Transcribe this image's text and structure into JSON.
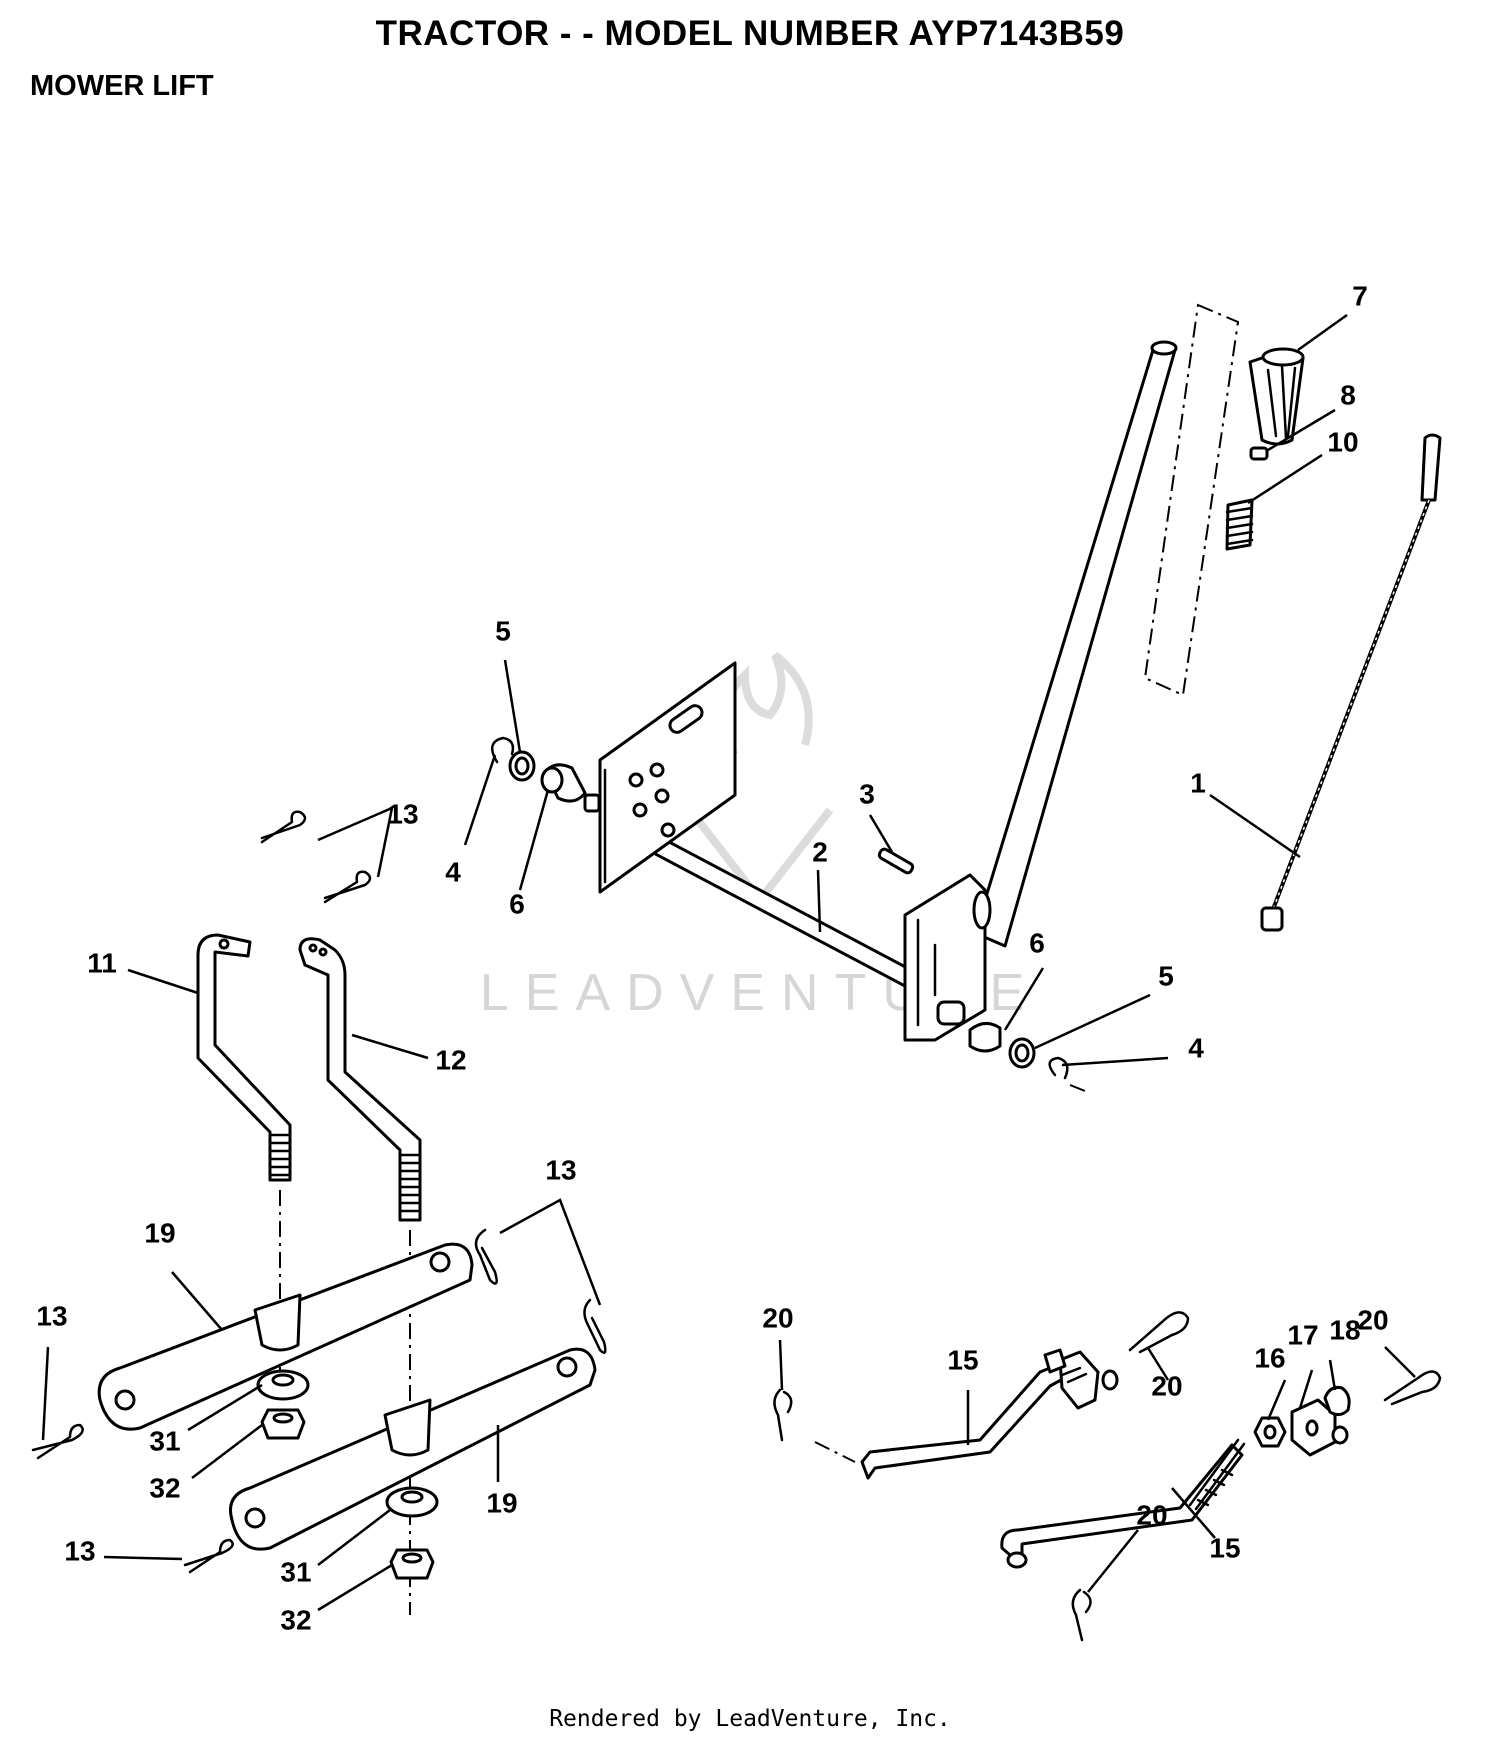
{
  "header": {
    "title": "TRACTOR - - MODEL NUMBER AYP7143B59",
    "subtitle": "MOWER LIFT"
  },
  "footer": {
    "text": "Rendered by LeadVenture, Inc."
  },
  "watermark": {
    "text": "LEADVENTURE"
  },
  "callouts": {
    "c7": "7",
    "c8": "8",
    "c10": "10",
    "c1": "1",
    "c5a": "5",
    "c4a": "4",
    "c6a": "6",
    "c3": "3",
    "c2": "2",
    "c6b": "6",
    "c5b": "5",
    "c4b": "4",
    "c13a": "13",
    "c11": "11",
    "c12": "12",
    "c13b": "13",
    "c19a": "19",
    "c13c": "13",
    "c31a": "31",
    "c32a": "32",
    "c19b": "19",
    "c13d": "13",
    "c31b": "31",
    "c32b": "32",
    "c20a": "20",
    "c15a": "15",
    "c20b": "20",
    "c16": "16",
    "c17": "17",
    "c18": "18",
    "c20c": "20",
    "c20d": "20",
    "c15b": "15"
  }
}
